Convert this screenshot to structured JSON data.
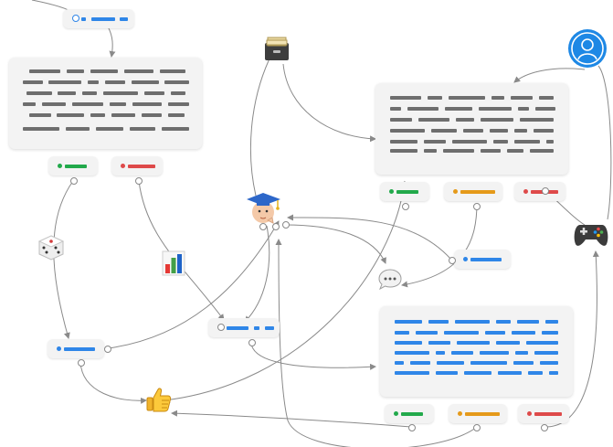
{
  "nodes": {
    "start": {
      "kind": "start-node",
      "style": "blue-placeholder"
    },
    "note_top_left": {
      "kind": "note-card",
      "style": "dark-placeholder"
    },
    "note_top_right": {
      "kind": "note-card",
      "style": "dark-placeholder"
    },
    "note_bottom_right": {
      "kind": "note-card",
      "style": "blue-placeholder"
    }
  },
  "icons": [
    "user-avatar-icon",
    "file-cabinet-icon",
    "graduate-student-icon",
    "game-controller-icon",
    "dice-icon",
    "bar-chart-icon",
    "speech-bubble-icon",
    "thumbs-up-icon"
  ],
  "colors": {
    "accent_blue": "#2f86e8",
    "green": "#22a94b",
    "orange": "#e59a1a",
    "red": "#de4a4a",
    "text_gray": "#6e6e6e",
    "card_bg": "#f3f3f3",
    "connector": "#8a8a8a"
  }
}
